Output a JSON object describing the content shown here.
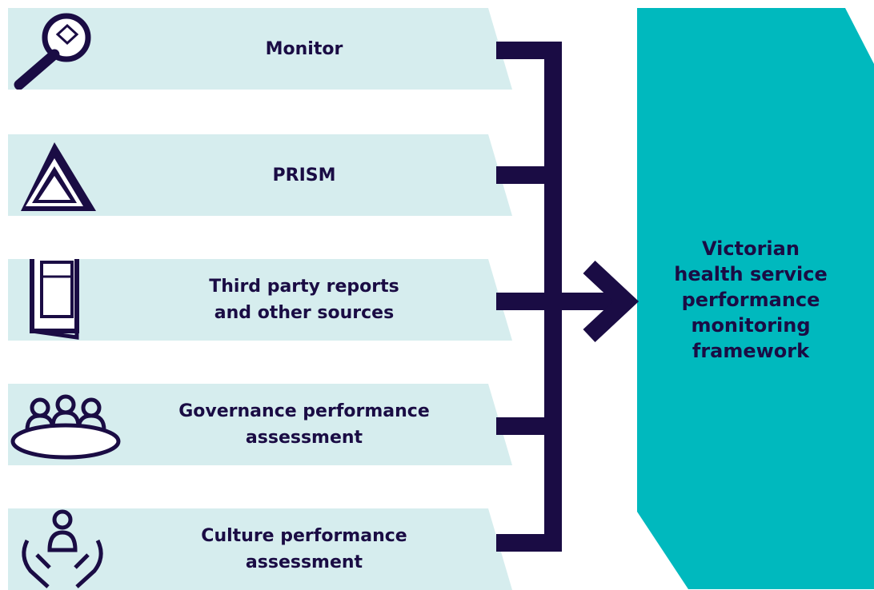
{
  "sources": [
    {
      "label": "Monitor",
      "icon": "magnifier-icon"
    },
    {
      "label": "PRISM",
      "icon": "triangle-icon"
    },
    {
      "label": "Third party reports\nand other sources",
      "icon": "document-icon"
    },
    {
      "label": "Governance performance\nassessment",
      "icon": "meeting-table-icon"
    },
    {
      "label": "Culture performance\nassessment",
      "icon": "hands-person-icon"
    }
  ],
  "target": {
    "label": "Victorian\nhealth service\nperformance\nmonitoring\nframework"
  },
  "colors": {
    "band": "#d6edee",
    "navy": "#1a0c44",
    "teal": "#00b9be"
  }
}
